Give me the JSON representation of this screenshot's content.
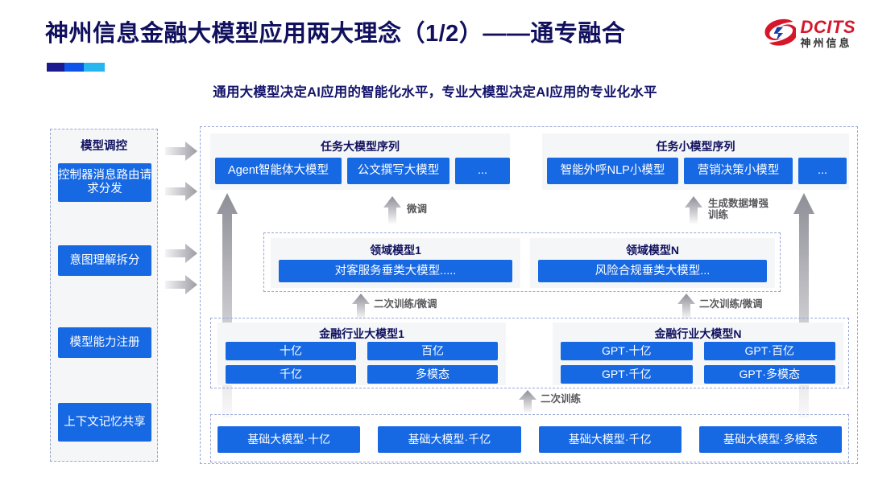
{
  "header": {
    "title": "神州信息金融大模型应用两大理念（1/2）——通专融合",
    "subtitle": "通用大模型决定AI应用的智能化水平，专业大模型决定AI应用的专业化水平",
    "logo_en": "DCITS",
    "logo_cn": "神州信息",
    "accent_colors": [
      "#1b1b8f",
      "#0d55e8",
      "#26b6ef"
    ],
    "title_color": "#10105e",
    "brand_red": "#d6172b",
    "box_blue": "#1668e3"
  },
  "sidebar": {
    "title": "模型调控",
    "items": [
      {
        "label": "控制器消息路由请求分发"
      },
      {
        "label": "意图理解拆分"
      },
      {
        "label": "模型能力注册"
      },
      {
        "label": "上下文记忆共享"
      }
    ]
  },
  "task_layer": {
    "large": {
      "title": "任务大模型序列",
      "items": [
        "Agent智能体大模型",
        "公文撰写大模型",
        "..."
      ]
    },
    "small": {
      "title": "任务小模型序列",
      "items": [
        "智能外呼NLP小模型",
        "营销决策小模型",
        "..."
      ]
    }
  },
  "domain_layer": {
    "panels": [
      {
        "title": "领域模型1",
        "item": "对客服务垂类大模型....."
      },
      {
        "title": "领域模型N",
        "item": "风险合规垂类大模型..."
      }
    ]
  },
  "industry_layer": {
    "panels": [
      {
        "title": "金融行业大模型1",
        "items": [
          "十亿",
          "百亿",
          "千亿",
          "多模态"
        ]
      },
      {
        "title": "金融行业大模型N",
        "items": [
          "GPT·十亿",
          "GPT·百亿",
          "GPT·千亿",
          "GPT·多模态"
        ]
      }
    ]
  },
  "base_layer": {
    "items": [
      "基础大模型·十亿",
      "基础大模型·千亿",
      "基础大模型·千亿",
      "基础大模型·多模态"
    ]
  },
  "arrow_labels": {
    "fine_tune": "微调",
    "data_aug": "生成数据增强\n训练",
    "retrain_ft_left": "二次训练/微调",
    "retrain_ft_right": "二次训练/微调",
    "retrain": "二次训练"
  }
}
